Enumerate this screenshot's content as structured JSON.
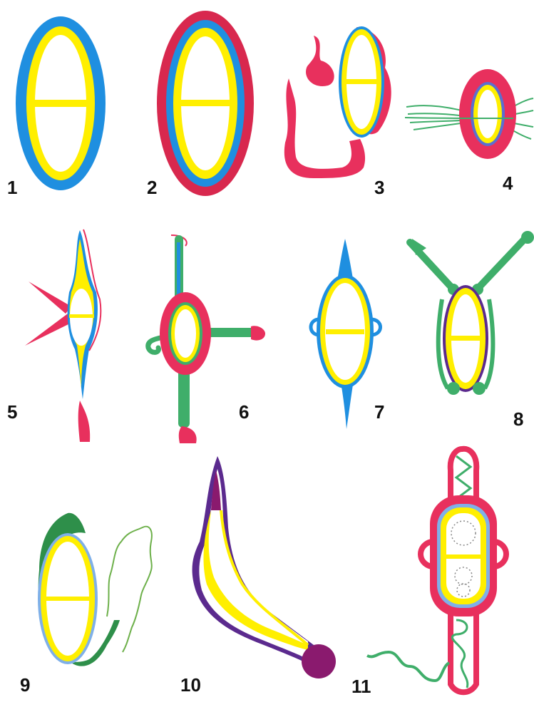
{
  "figure": {
    "labels": [
      "1",
      "2",
      "3",
      "4",
      "5",
      "6",
      "7",
      "8",
      "9",
      "10",
      "11"
    ],
    "colors": {
      "yellow": "#ffef00",
      "blue": "#1f8fe0",
      "red": "#e8305d",
      "green": "#3fae6a",
      "purple": "#5b2a8e",
      "magenta": "#8a1a6e"
    }
  }
}
